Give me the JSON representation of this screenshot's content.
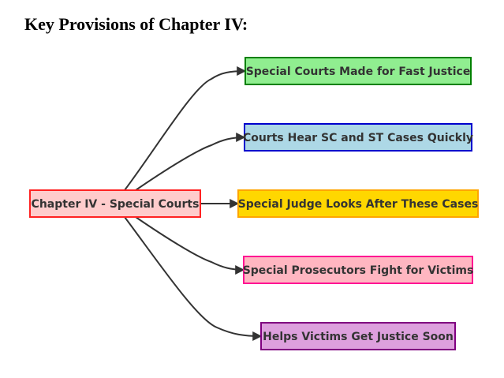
{
  "title": "Key Provisions of Chapter IV:",
  "diagram": {
    "root": {
      "label": "Chapter IV - Special Courts",
      "fill": "#ffcccc",
      "stroke": "#ff2222"
    },
    "children": [
      {
        "label": "Special Courts Made for Fast Justice",
        "fill": "#90ee90",
        "stroke": "#008000"
      },
      {
        "label": "Courts Hear SC and ST Cases Quickly",
        "fill": "#add8e6",
        "stroke": "#0000cd"
      },
      {
        "label": "Special Judge Looks After These Cases",
        "fill": "#ffd700",
        "stroke": "#ffa500"
      },
      {
        "label": "Special Prosecutors Fight for Victims",
        "fill": "#ffb6c1",
        "stroke": "#ff1493"
      },
      {
        "label": "Helps Victims Get Justice Soon",
        "fill": "#dda0dd",
        "stroke": "#800080"
      }
    ]
  }
}
